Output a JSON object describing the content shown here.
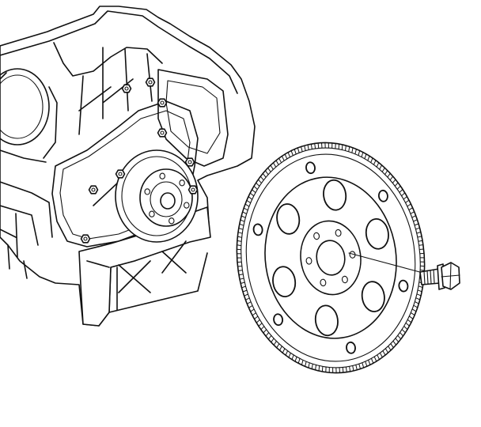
{
  "figure": {
    "kind": "exploded line-art illustration",
    "callouts": [],
    "colors": {
      "line": "#111111",
      "background": "#ffffff"
    },
    "parts": [
      {
        "part": "engine-block",
        "icon": "engine-block-drawing"
      },
      {
        "part": "crankshaft-flange",
        "icon": "crank-flange-drawing"
      },
      {
        "part": "flywheel-flexplate",
        "icon": "flexplate-drawing",
        "ring_gear_teeth": 168,
        "large_holes": 6,
        "small_holes": 6
      },
      {
        "part": "flywheel-bolt",
        "icon": "bolt-drawing"
      }
    ]
  }
}
